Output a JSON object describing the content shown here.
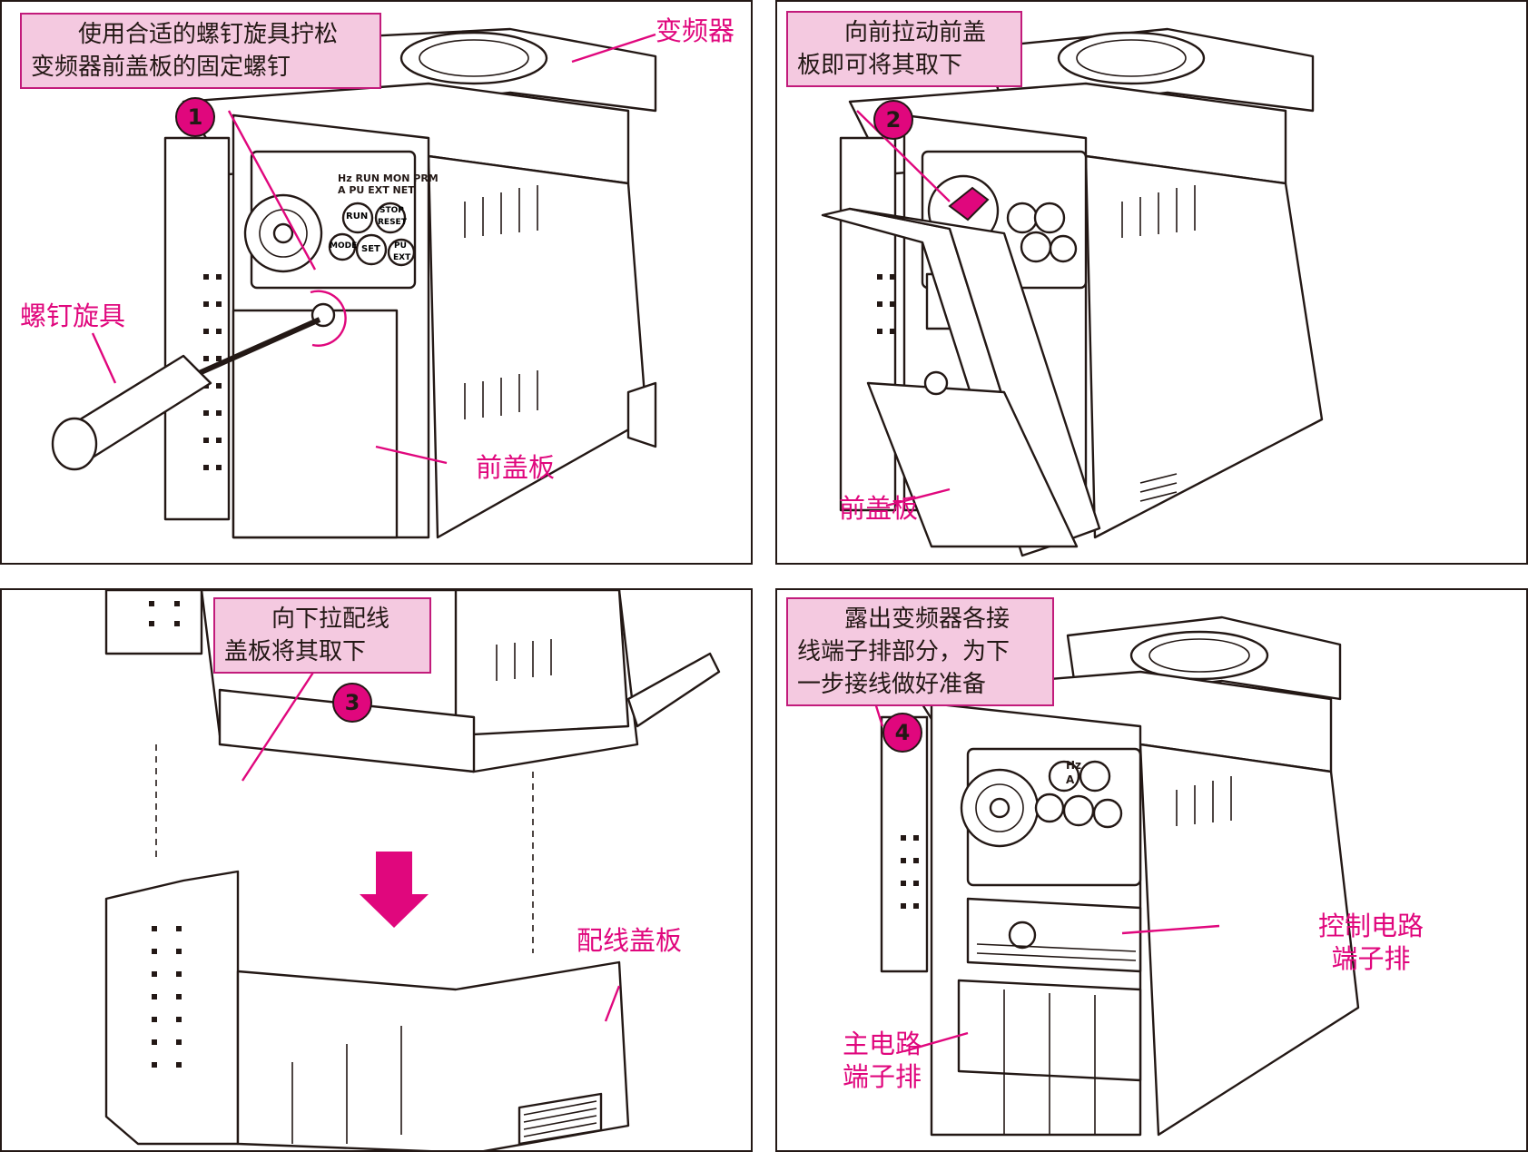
{
  "colors": {
    "accent": "#e0077d",
    "caption_bg": "#f4c9e0",
    "caption_border": "#c21b7b",
    "line": "#231815"
  },
  "panels": [
    {
      "step": "1",
      "caption": [
        "使用合适的螺钉旋具拧松",
        "变频器前盖板的固定螺钉"
      ],
      "labels": {
        "inverter": "变频器",
        "screwdriver": "螺钉旋具",
        "front_cover": "前盖板"
      },
      "keypad": {
        "hz": "Hz",
        "a": "A",
        "run": "RUN",
        "stop": "STOP",
        "reset": "RESET",
        "mode": "MODE",
        "set": "SET",
        "pu": "PU",
        "ext": "EXT",
        "ind_run": "RUN",
        "ind_mon": "MON",
        "ind_prm": "PRM",
        "ind_pu": "PU",
        "ind_ext": "EXT",
        "ind_net": "NET"
      }
    },
    {
      "step": "2",
      "caption": [
        "向前拉动前盖",
        "板即可将其取下"
      ],
      "labels": {
        "front_cover": "前盖板"
      }
    },
    {
      "step": "3",
      "caption": [
        "向下拉配线",
        "盖板将其取下"
      ],
      "labels": {
        "wiring_cover": "配线盖板"
      }
    },
    {
      "step": "4",
      "caption": [
        "露出变频器各接",
        "线端子排部分，为下",
        "一步接线做好准备"
      ],
      "labels": {
        "control_terminal": [
          "控制电路",
          "端子排"
        ],
        "main_terminal": [
          "主电路",
          "端子排"
        ]
      },
      "keypad": {
        "hz": "Hz",
        "a": "A"
      }
    }
  ]
}
